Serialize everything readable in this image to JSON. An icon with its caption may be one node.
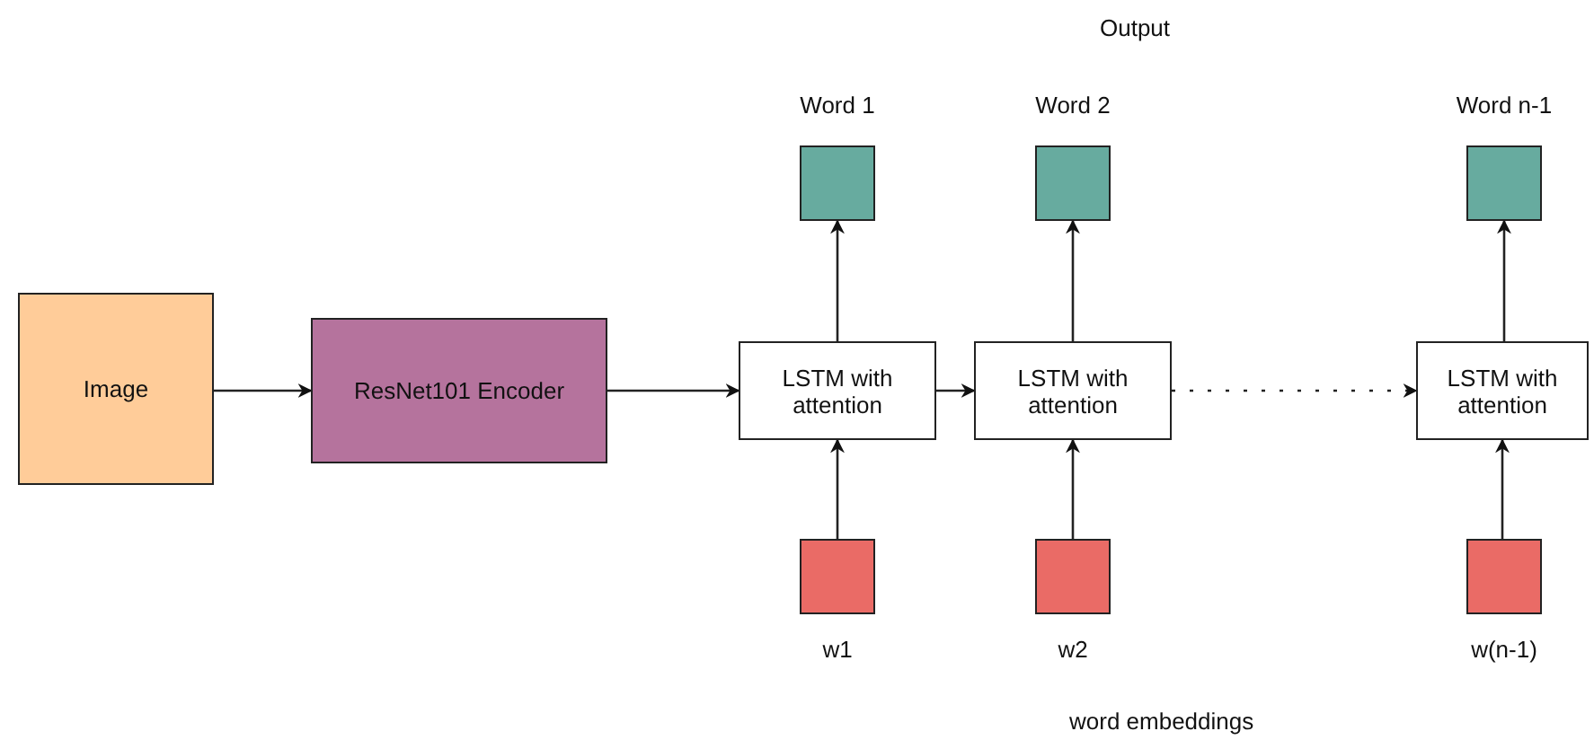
{
  "diagram": {
    "nodes": [
      {
        "text": [
          "Image"
        ]
      },
      {
        "text": [
          "ResNet101 Encoder"
        ]
      },
      {
        "text": [
          "LSTM with attention"
        ]
      },
      {
        "text": [
          "LSTM with attention"
        ]
      },
      {
        "text": [
          "LSTM with attention"
        ]
      },
      {
        "text": [
          "Word 1"
        ]
      },
      {
        "text": [
          "Word 2"
        ]
      },
      {
        "text": [
          "Word n-1"
        ]
      },
      {
        "text": [
          "w1"
        ]
      },
      {
        "text": [
          "w2"
        ]
      },
      {
        "text": [
          "w(n-1)"
        ]
      }
    ],
    "edges": [
      {
        "from": 0,
        "to": 1,
        "arrow": "to"
      },
      {
        "from": 1,
        "to": 2,
        "arrow": "to"
      },
      {
        "from": 2,
        "to": 3,
        "arrow": "to"
      },
      {
        "from": 3,
        "to": 4,
        "arrow": "to",
        "style": "dashed"
      },
      {
        "from": 2,
        "to": 5,
        "arrow": "to"
      },
      {
        "from": 3,
        "to": 6,
        "arrow": "to"
      },
      {
        "from": 4,
        "to": 7,
        "arrow": "to"
      },
      {
        "from": 8,
        "to": 2,
        "arrow": "to"
      },
      {
        "from": 9,
        "to": 3,
        "arrow": "to"
      },
      {
        "from": 10,
        "to": 4,
        "arrow": "to"
      }
    ],
    "labels": [
      "Output",
      "word embeddings"
    ]
  }
}
